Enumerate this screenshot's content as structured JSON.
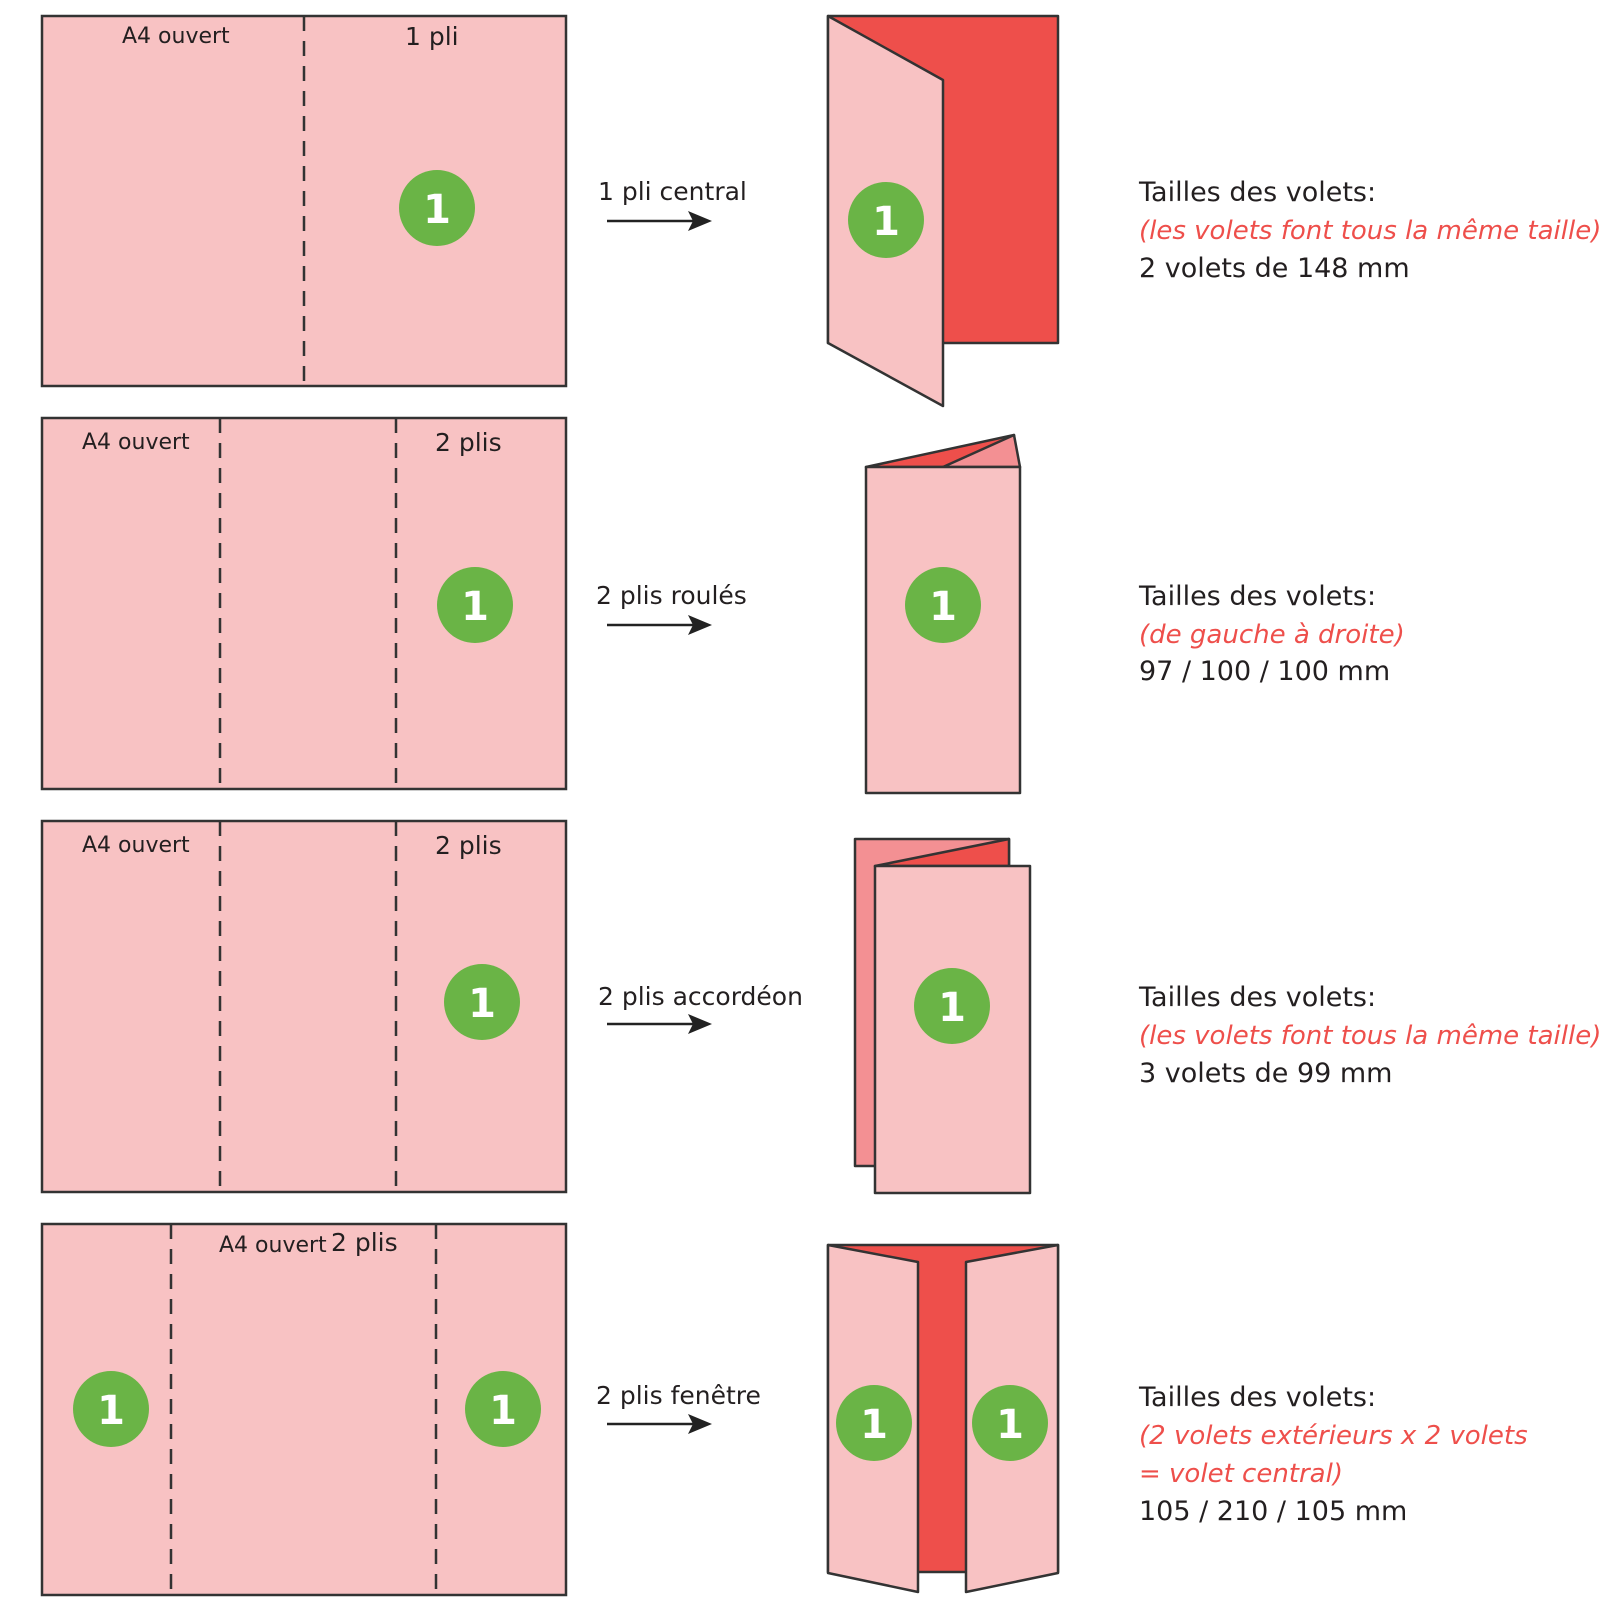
{
  "colors": {
    "paper_light": "#f8c2c3",
    "paper_mid": "#f39093",
    "paper_dark": "#ee4f4b",
    "badge": "#6ab446",
    "note_text": "#ee4f4b"
  },
  "badge_number": "1",
  "rows": [
    {
      "sheet_label": "A4 ouvert",
      "fold_label": "1 pli",
      "arrow_label": "1 pli central",
      "info": {
        "title": "Tailles des volets:",
        "note_lines": [
          "(les volets font tous la même taille)"
        ],
        "sizes": "2 volets de 148 mm"
      }
    },
    {
      "sheet_label": "A4 ouvert",
      "fold_label": "2 plis",
      "arrow_label": "2 plis roulés",
      "info": {
        "title": "Tailles des volets:",
        "note_lines": [
          "(de gauche à droite)"
        ],
        "sizes": "97 / 100 / 100 mm"
      }
    },
    {
      "sheet_label": "A4 ouvert",
      "fold_label": "2 plis",
      "arrow_label": "2 plis accordéon",
      "info": {
        "title": "Tailles des volets:",
        "note_lines": [
          "(les volets font tous la même taille)"
        ],
        "sizes": "3 volets de 99 mm"
      }
    },
    {
      "sheet_label": "A4 ouvert",
      "fold_label": "2 plis",
      "arrow_label": "2 plis fenêtre",
      "info": {
        "title": "Tailles des volets:",
        "note_lines": [
          "(2 volets extérieurs x 2 volets",
          "= volet central)"
        ],
        "sizes": "105 / 210 / 105 mm"
      }
    }
  ]
}
